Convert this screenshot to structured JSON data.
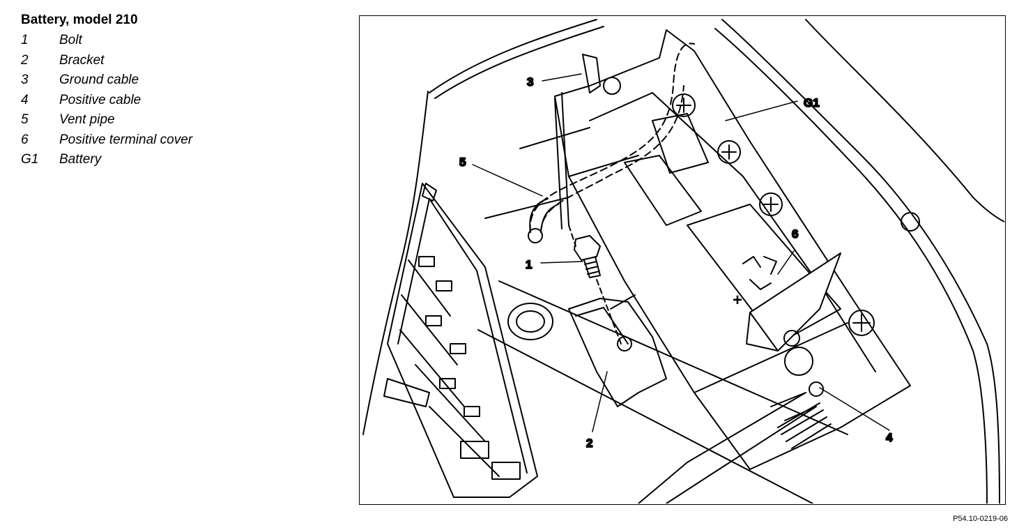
{
  "legend": {
    "title": "Battery, model 210",
    "items": [
      {
        "key": "1",
        "label": "Bolt"
      },
      {
        "key": "2",
        "label": "Bracket"
      },
      {
        "key": "3",
        "label": "Ground cable"
      },
      {
        "key": "4",
        "label": "Positive cable"
      },
      {
        "key": "5",
        "label": "Vent pipe"
      },
      {
        "key": "6",
        "label": "Positive terminal cover"
      },
      {
        "key": "G1",
        "label": "Battery"
      }
    ]
  },
  "callouts": {
    "c1": "1",
    "c2": "2",
    "c3": "3",
    "c4": "4",
    "c5": "5",
    "c6": "6",
    "cG1": "G1"
  },
  "figure_id": "P54.10-0219-06"
}
